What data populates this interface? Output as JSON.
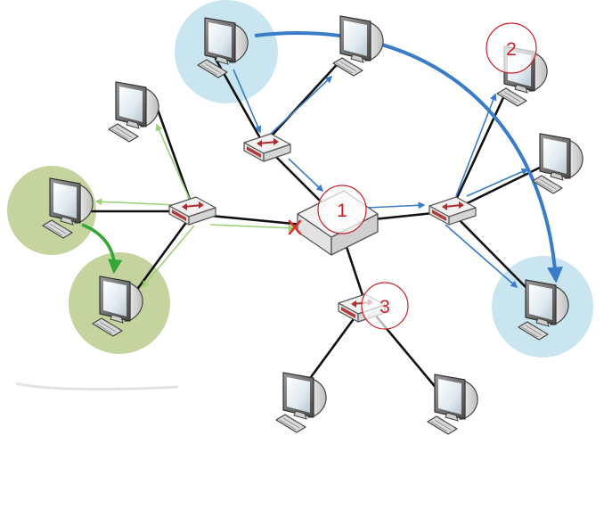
{
  "diagram": {
    "callouts": [
      {
        "id": "callout-1",
        "label": "1"
      },
      {
        "id": "callout-2",
        "label": "2"
      },
      {
        "id": "callout-3",
        "label": "3"
      }
    ],
    "colors": {
      "link": "#111111",
      "blue_flow": "#3a7cc7",
      "green_flow": "#9fd07a",
      "green_main": "#34a836",
      "callout": "#c8202a",
      "highlight_blue": "#bfe0ec",
      "highlight_green": "#bfcf93",
      "switch_top": "#f1f1f1",
      "switch_side": "#d5d5d5",
      "blocked_mark": "#d8342c"
    },
    "icons": [
      "computer-icon",
      "switch-icon",
      "blocked-x-icon"
    ]
  }
}
